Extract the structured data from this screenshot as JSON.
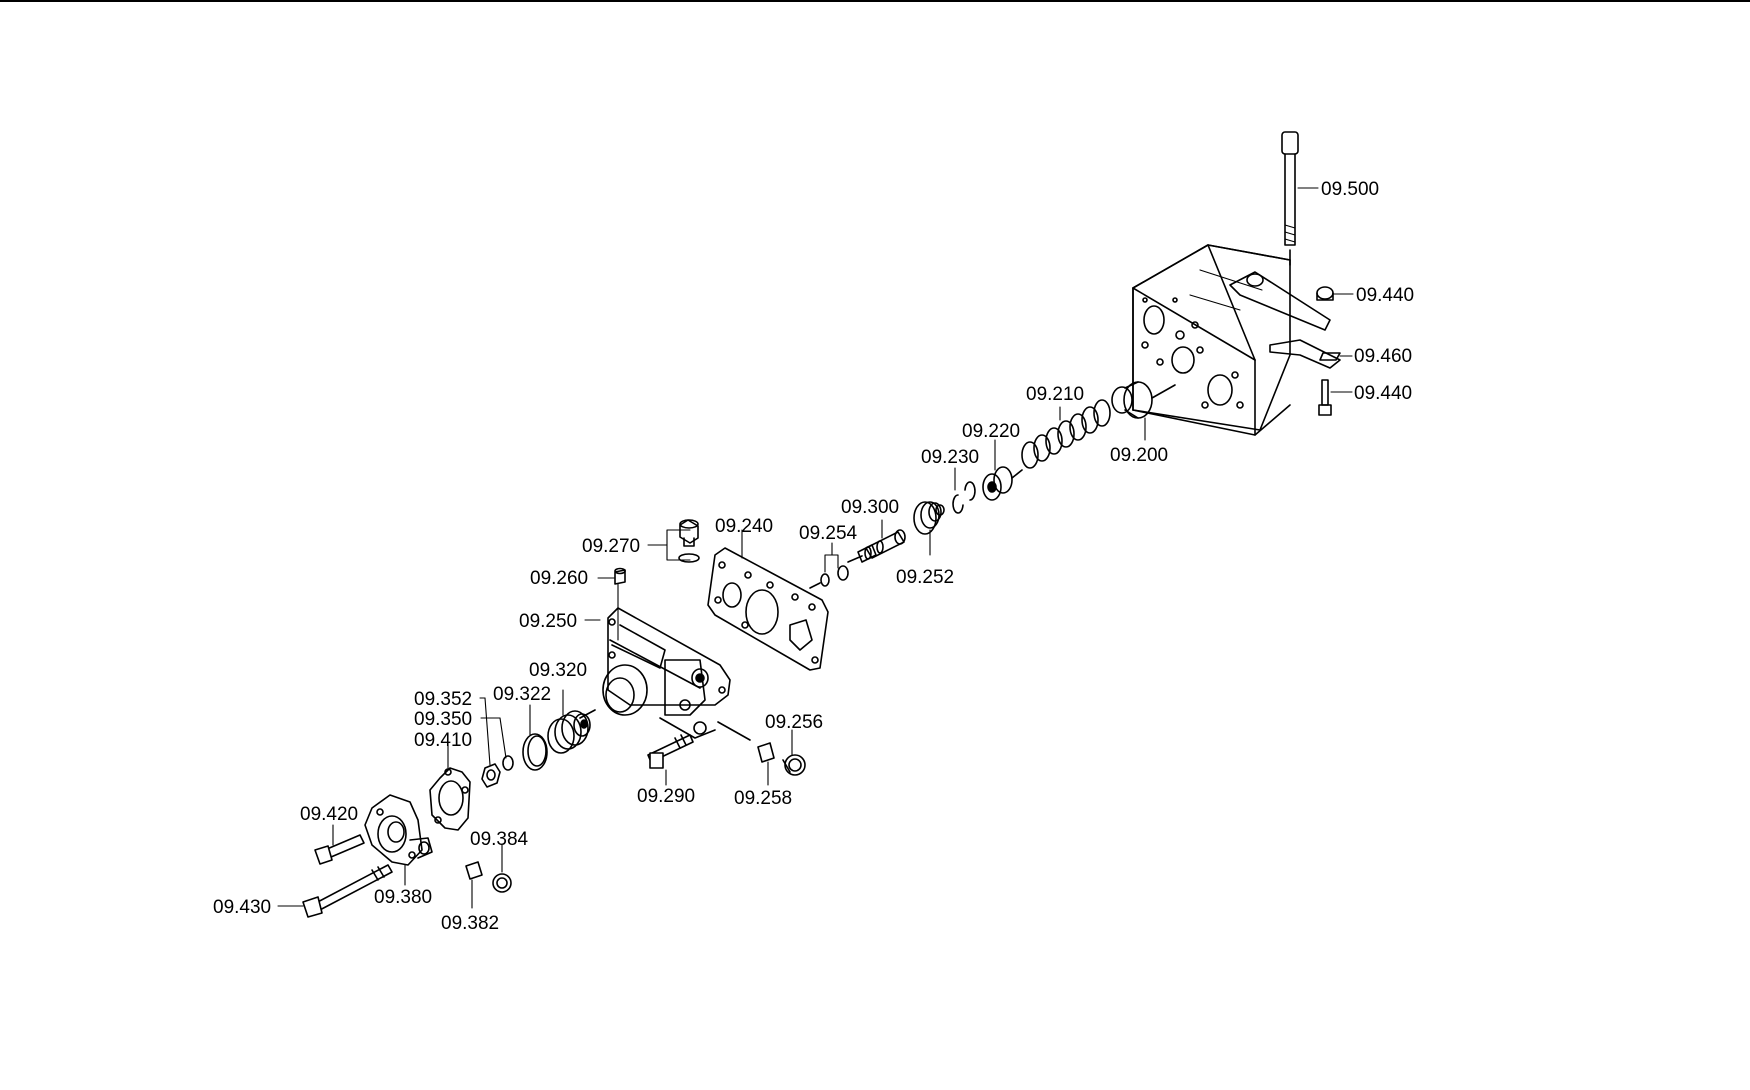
{
  "labels": {
    "p09500": "09.500",
    "p09440a": "09.440",
    "p09460": "09.460",
    "p09440b": "09.440",
    "p09210": "09.210",
    "p09220": "09.220",
    "p09200": "09.200",
    "p09230": "09.230",
    "p09300": "09.300",
    "p09254": "09.254",
    "p09252": "09.252",
    "p09240": "09.240",
    "p09270": "09.270",
    "p09260": "09.260",
    "p09250": "09.250",
    "p09320": "09.320",
    "p09352": "09.352",
    "p09322": "09.322",
    "p09350": "09.350",
    "p09410": "09.410",
    "p09256": "09.256",
    "p09290": "09.290",
    "p09258": "09.258",
    "p09420": "09.420",
    "p09384": "09.384",
    "p09430": "09.430",
    "p09380": "09.380",
    "p09382": "09.382"
  }
}
